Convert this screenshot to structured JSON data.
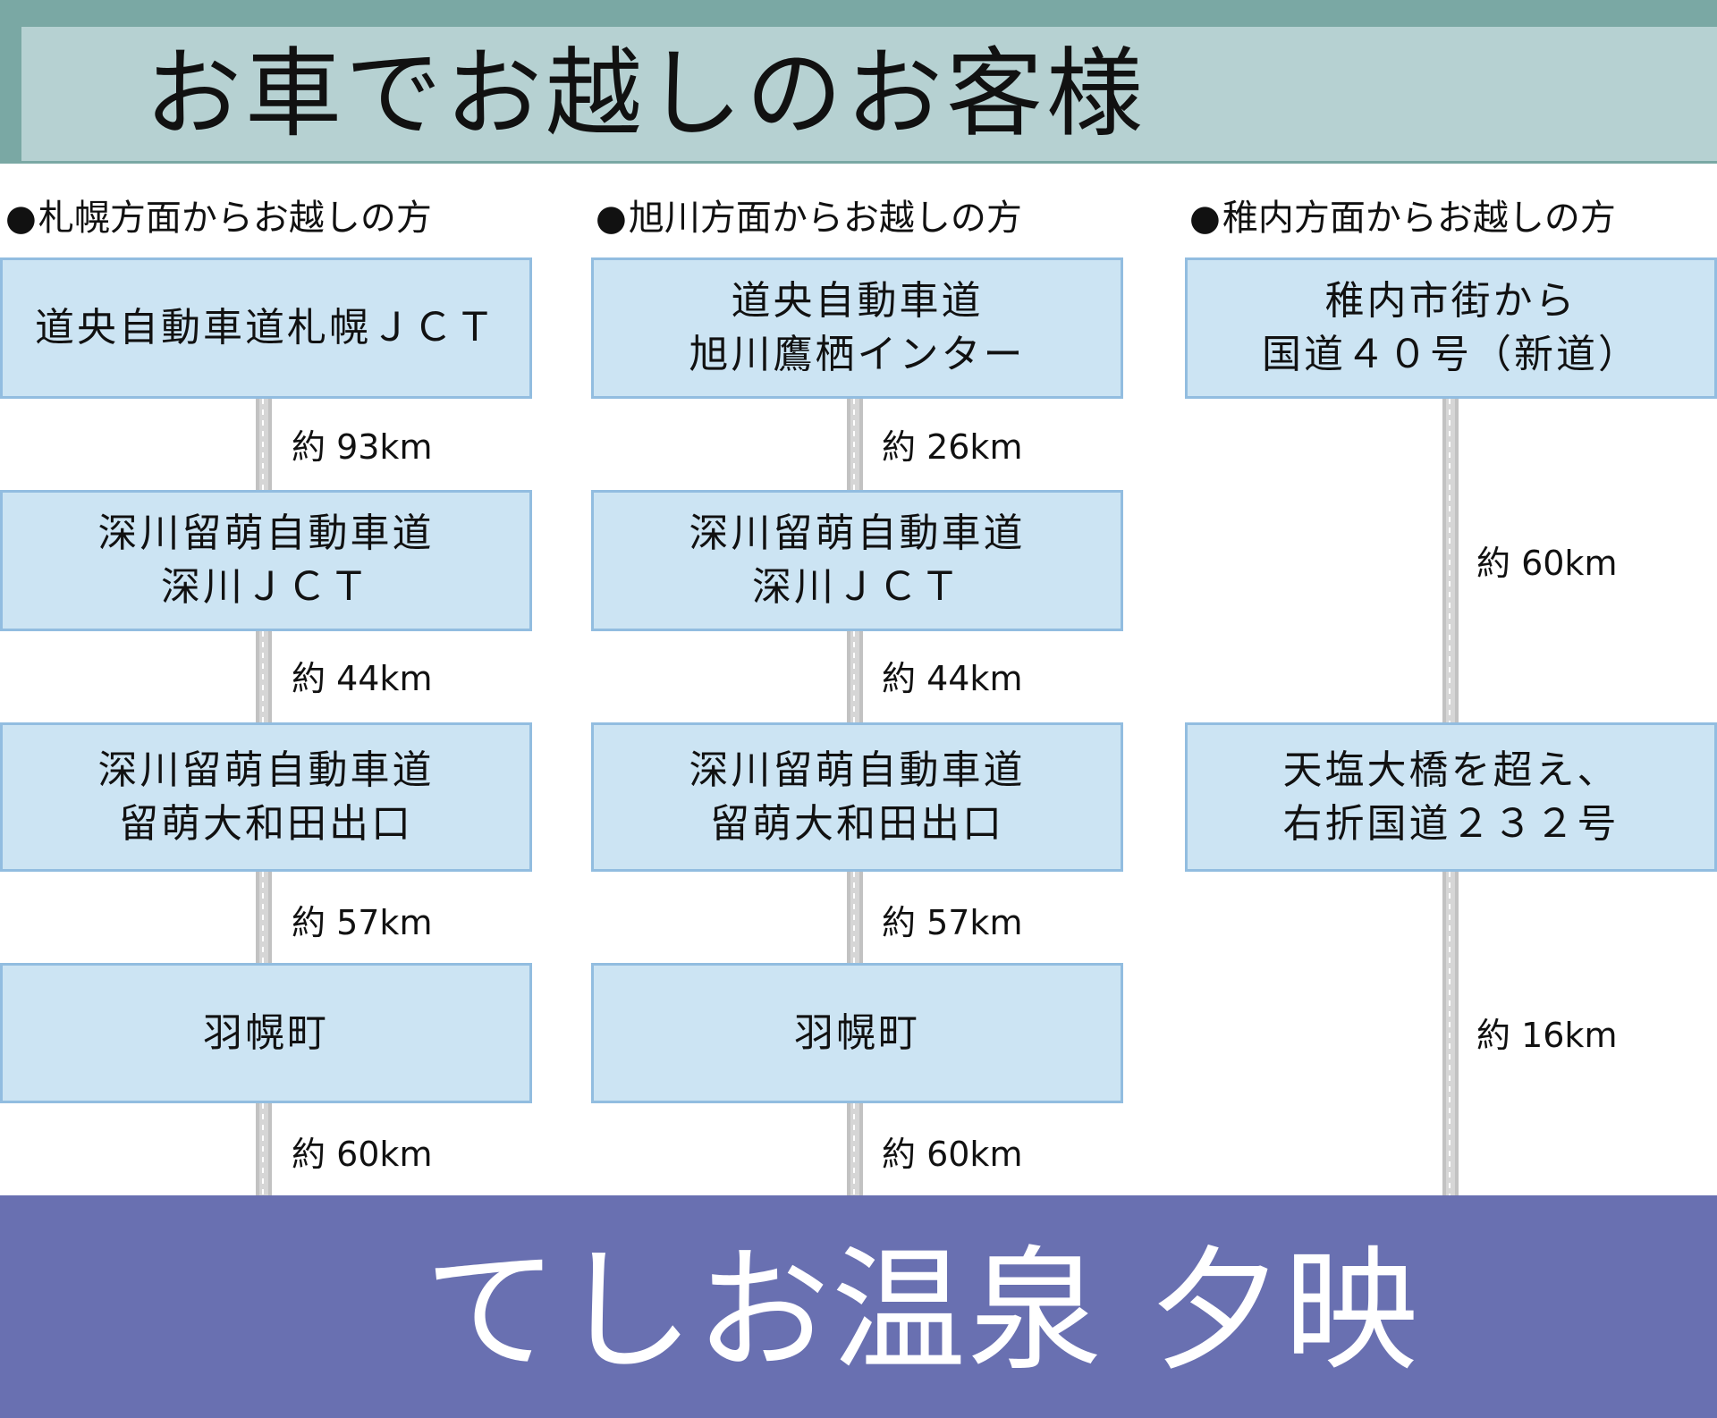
{
  "title": "お車でお越しのお客様",
  "destination": "てしお温泉 夕映",
  "colors": {
    "header_band": "#7aa8a4",
    "header_fill": "#b6d1d2",
    "box_fill": "#cce4f3",
    "box_border": "#92bde0",
    "footer_fill": "#6970b1",
    "connector": "#d6d6d6"
  },
  "routes": [
    {
      "heading": "札幌方面からお越しの方",
      "stops": [
        "道央自動車道札幌ＪＣＴ",
        "深川留萌自動車道\n深川ＪＣＴ",
        "深川留萌自動車道\n留萌大和田出口",
        "羽幌町"
      ],
      "distances": [
        "約 93km",
        "約 44km",
        "約 57km",
        "約 60km"
      ]
    },
    {
      "heading": "旭川方面からお越しの方",
      "stops": [
        "道央自動車道\n旭川鷹栖インター",
        "深川留萌自動車道\n深川ＪＣＴ",
        "深川留萌自動車道\n留萌大和田出口",
        "羽幌町"
      ],
      "distances": [
        "約 26km",
        "約 44km",
        "約 57km",
        "約 60km"
      ]
    },
    {
      "heading": "稚内方面からお越しの方",
      "stops": [
        "稚内市街から\n国道４０号（新道）",
        "天塩大橋を超え、\n右折国道２３２号"
      ],
      "distances": [
        "約 60km",
        "約 16km"
      ]
    }
  ],
  "bullet": "●"
}
